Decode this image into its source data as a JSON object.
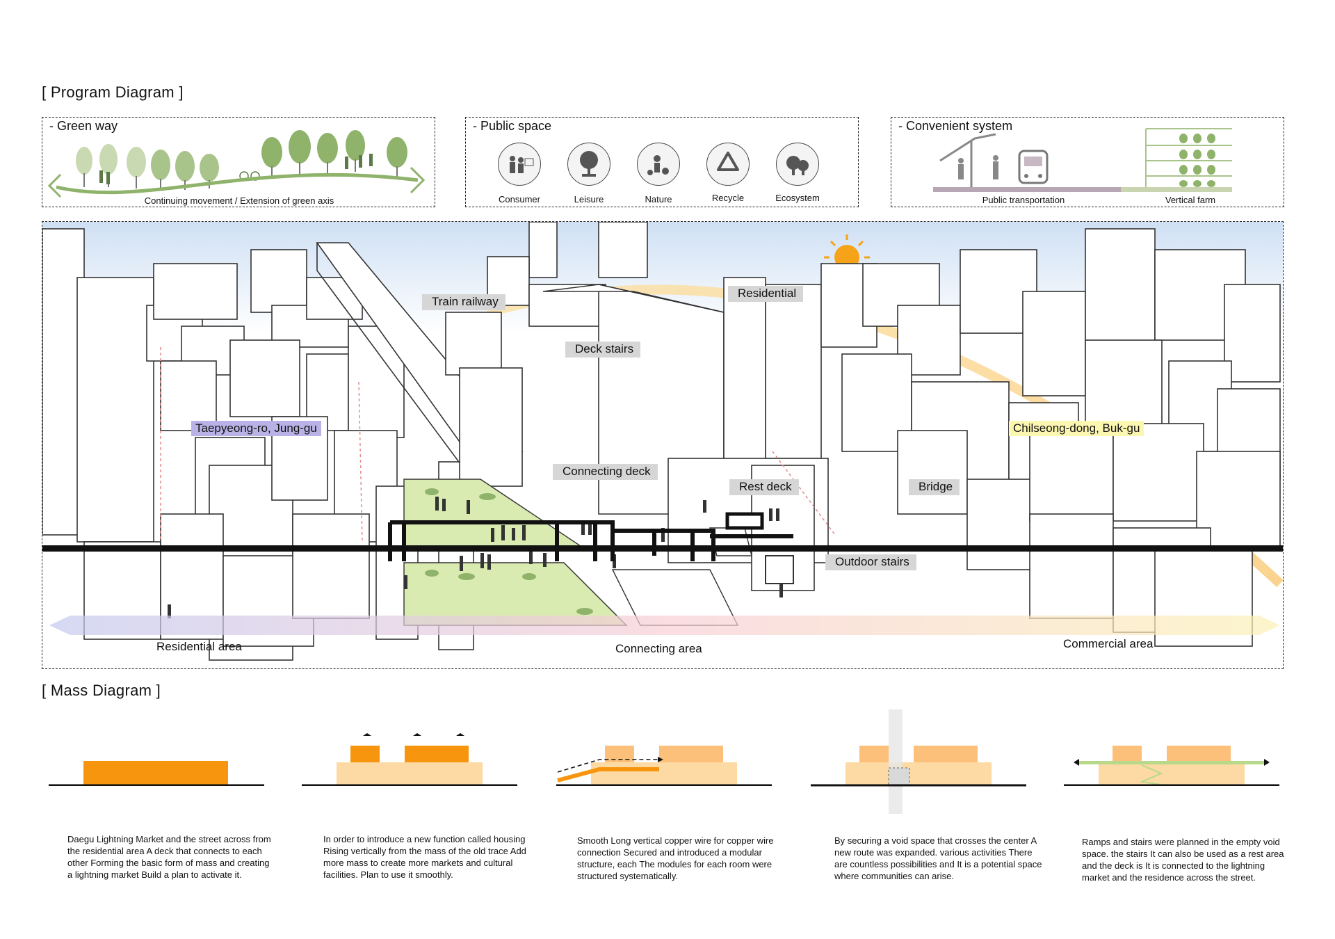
{
  "program_title": "[ Program Diagram ]",
  "mass_title": "[ Mass Diagram ]",
  "green_way": {
    "title": "- Green way",
    "caption": "Continuing movement / Extension of green axis"
  },
  "public_space": {
    "title": "- Public space",
    "items": [
      {
        "label": "Consumer",
        "icon": "consumer-icon"
      },
      {
        "label": "Leisure",
        "icon": "leisure-icon"
      },
      {
        "label": "Nature",
        "icon": "nature-icon"
      },
      {
        "label": "Recycle",
        "icon": "recycle-icon"
      },
      {
        "label": "Ecosystem",
        "icon": "ecosystem-icon"
      }
    ]
  },
  "convenient_system": {
    "title": "- Convenient system",
    "public_transportation": "Public transportation",
    "vertical_farm": "Vertical farm"
  },
  "main_labels": {
    "train_railway": "Train railway",
    "residential": "Residential",
    "deck_stairs": "Deck stairs",
    "taepyeong": "Taepyeong-ro, Jung-gu",
    "chilseong": "Chilseong-dong, Buk-gu",
    "connecting_deck": "Connecting deck",
    "rest_deck": "Rest deck",
    "bridge": "Bridge",
    "outdoor_stairs": "Outdoor stairs"
  },
  "areas": {
    "residential": "Residential area",
    "connecting": "Connecting area",
    "commercial": "Commercial area"
  },
  "mass_steps": [
    {
      "text": "Daegu Lightning Market and the street across from the residential area A deck that connects to each other Forming the basic form of mass and creating a lightning market Build a plan to activate it."
    },
    {
      "text": "In order to introduce a new function called housing Rising vertically from the mass of the old trace Add more mass to create more markets and cultural facilities. Plan to use it smoothly."
    },
    {
      "text": "Smooth Long vertical copper wire for copper wire connection Secured and introduced a modular structure, each The modules for each room were structured systematically."
    },
    {
      "text": "By securing a void space that crosses the center A new route was expanded. various activities There are countless possibilities and It is a potential space where communities can arise."
    },
    {
      "text": "Ramps and stairs were planned in the empty void space. the stairs It can also be used as a rest area and the deck is It is connected to the lightning market and the residence across the street."
    }
  ],
  "colors": {
    "mass_orange": "#f7960e",
    "mass_light": "#fdd9a4",
    "mass_mid": "#fcc07a",
    "green": "#8fb36a",
    "deck_green": "#d9ebb0",
    "purple_tag": "#b9b2e6",
    "yellow_tag": "#fbf6b0"
  }
}
